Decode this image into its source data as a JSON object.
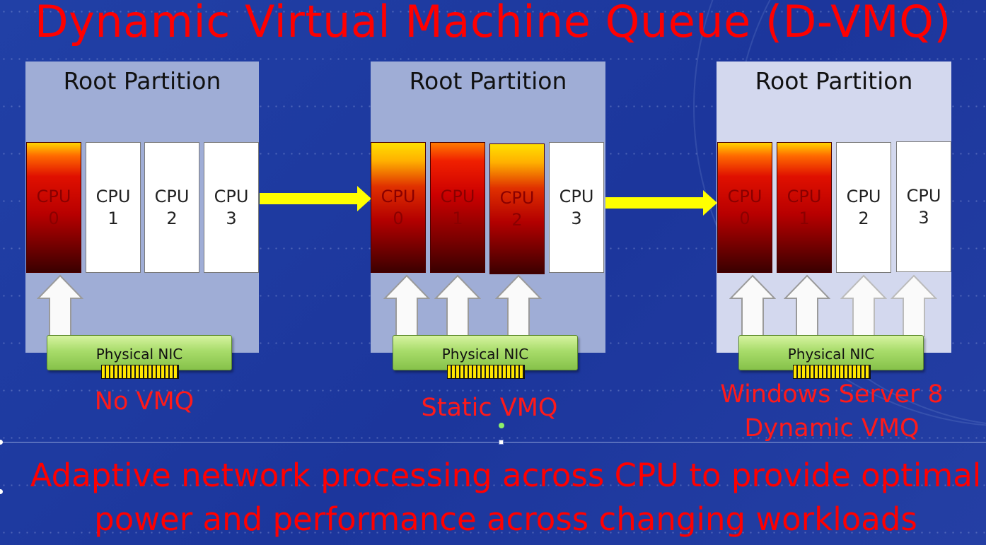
{
  "title": "Dynamic Virtual Machine Queue (D-VMQ)",
  "colors": {
    "accent_red": "#ff0000",
    "nic_green": "#a8dc6a",
    "arrow_yellow": "#ffff00",
    "background_blue": "#1f3aa0"
  },
  "panels": [
    {
      "title": "Root Partition",
      "cpus": [
        {
          "label": "CPU",
          "num": "0",
          "state": "hot"
        },
        {
          "label": "CPU",
          "num": "1",
          "state": "idle"
        },
        {
          "label": "CPU",
          "num": "2",
          "state": "idle"
        },
        {
          "label": "CPU",
          "num": "3",
          "state": "idle"
        }
      ],
      "nic_label": "Physical NIC",
      "caption": "No VMQ"
    },
    {
      "title": "Root Partition",
      "cpus": [
        {
          "label": "CPU",
          "num": "0",
          "state": "hot"
        },
        {
          "label": "CPU",
          "num": "1",
          "state": "hot"
        },
        {
          "label": "CPU",
          "num": "2",
          "state": "hot"
        },
        {
          "label": "CPU",
          "num": "3",
          "state": "idle"
        }
      ],
      "nic_label": "Physical NIC",
      "caption": "Static VMQ"
    },
    {
      "title": "Root Partition",
      "cpus": [
        {
          "label": "CPU",
          "num": "0",
          "state": "hot"
        },
        {
          "label": "CPU",
          "num": "1",
          "state": "hot"
        },
        {
          "label": "CPU",
          "num": "2",
          "state": "idle"
        },
        {
          "label": "CPU",
          "num": "3",
          "state": "idle"
        }
      ],
      "nic_label": "Physical NIC",
      "caption_line1": "Windows Server 8",
      "caption_line2": "Dynamic VMQ"
    }
  ],
  "footer": {
    "line1": "Adaptive network processing across CPU to provide optimal",
    "line2": "power and performance across changing workloads"
  }
}
